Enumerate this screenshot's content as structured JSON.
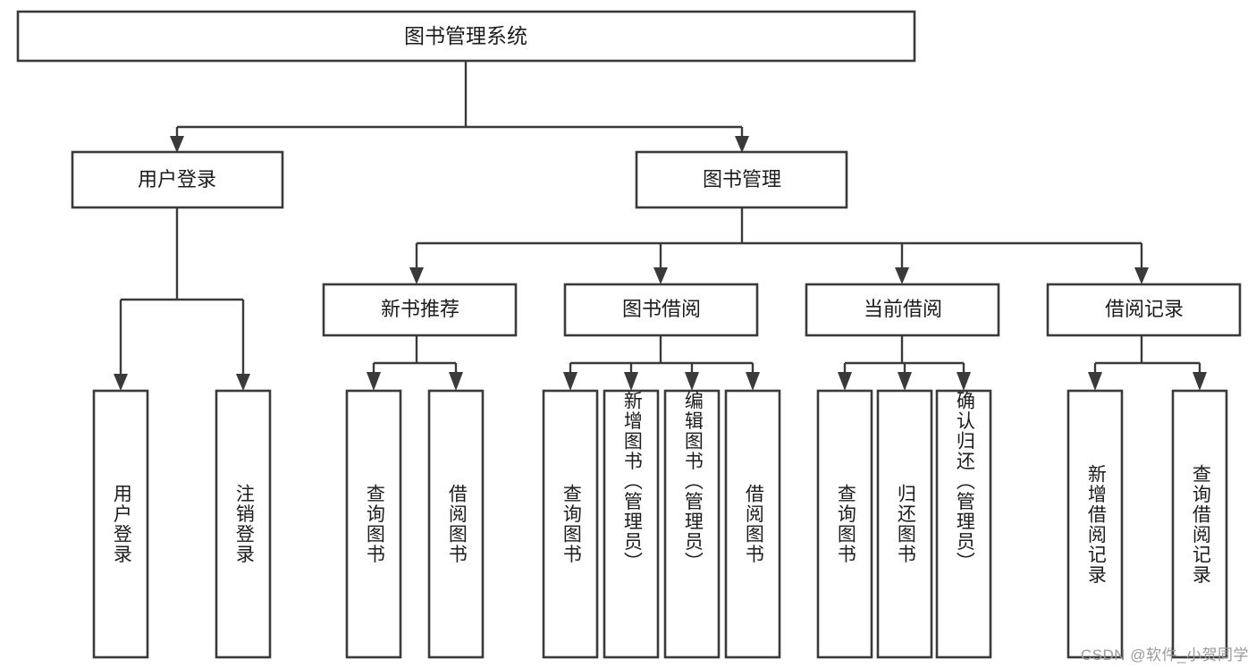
{
  "diagram": {
    "type": "hierarchy-tree",
    "title": "图书管理系统",
    "root": {
      "label": "图书管理系统"
    },
    "level2": [
      {
        "label": "用户登录"
      },
      {
        "label": "图书管理"
      }
    ],
    "level3": [
      {
        "label": "新书推荐"
      },
      {
        "label": "图书借阅"
      },
      {
        "label": "当前借阅"
      },
      {
        "label": "借阅记录"
      }
    ],
    "leaves": {
      "user_login": [
        {
          "label": "用户登录"
        },
        {
          "label": "注销登录"
        }
      ],
      "new_book_recommend": [
        {
          "label": "查询图书"
        },
        {
          "label": "借阅图书"
        }
      ],
      "book_borrow": [
        {
          "label": "查询图书"
        },
        {
          "label": "新增图书（管理员）"
        },
        {
          "label": "编辑图书（管理员）"
        },
        {
          "label": "借阅图书"
        }
      ],
      "current_borrow": [
        {
          "label": "查询图书"
        },
        {
          "label": "归还图书"
        },
        {
          "label": "确认归还（管理员）"
        }
      ],
      "borrow_record": [
        {
          "label": "新增借阅记录"
        },
        {
          "label": "查询借阅记录"
        }
      ]
    },
    "colors": {
      "stroke": "#3a3a3a",
      "fill": "#ffffff",
      "text": "#1c1c1c",
      "watermark": "#9a9a9a"
    }
  },
  "watermark": {
    "text": "CSDN @软件_小贺同学"
  }
}
